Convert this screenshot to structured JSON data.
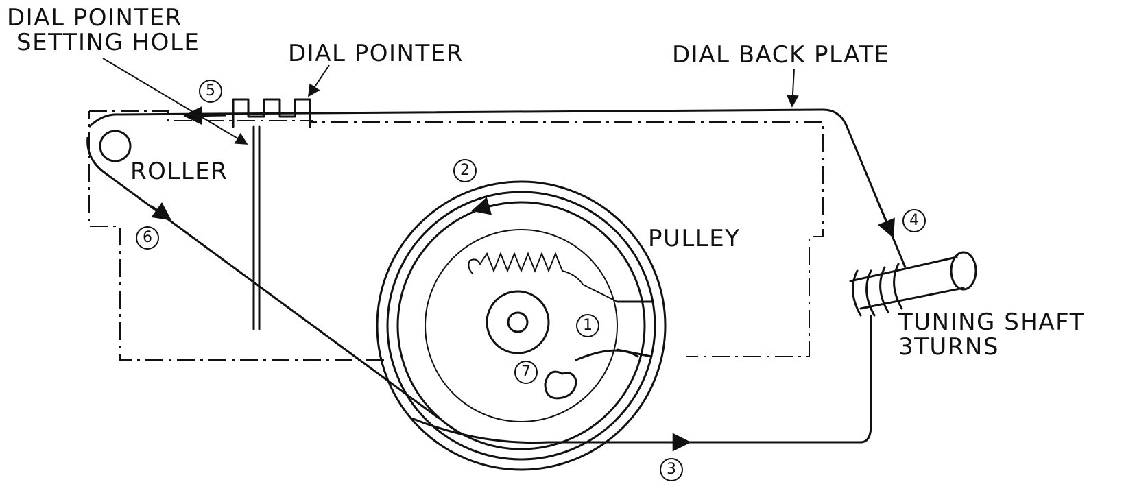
{
  "labels": {
    "dial_pointer_setting_hole_line1": "DIAL POINTER",
    "dial_pointer_setting_hole_line2": "SETTING HOLE",
    "dial_pointer": "DIAL POINTER",
    "dial_back_plate": "DIAL BACK PLATE",
    "roller": "ROLLER",
    "pulley": "PULLEY",
    "tuning_shaft_line1": "TUNING SHAFT",
    "tuning_shaft_line2": "3TURNS"
  },
  "steps": {
    "s1": "1",
    "s2": "2",
    "s3": "3",
    "s4": "4",
    "s5": "5",
    "s6": "6",
    "s7": "7"
  }
}
